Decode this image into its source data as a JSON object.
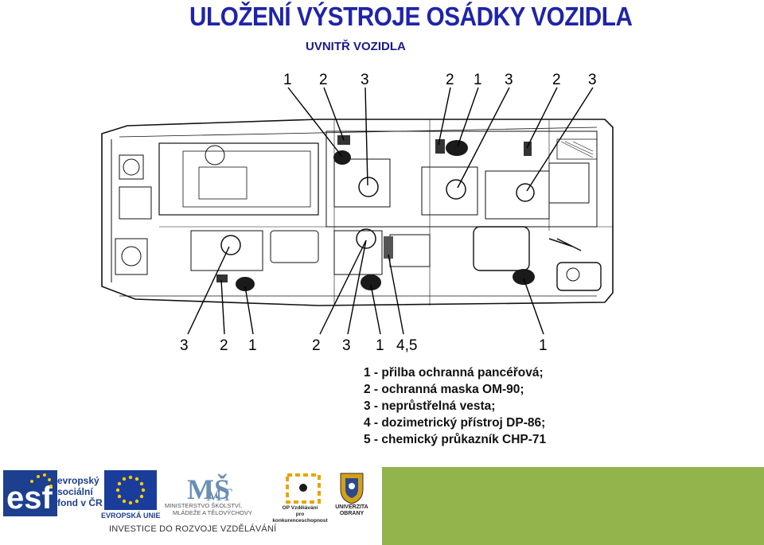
{
  "header": {
    "title": "ULOŽENÍ VÝSTROJE OSÁDKY VOZIDLA",
    "subtitle": "UVNITŘ VOZIDLA"
  },
  "diagram": {
    "top_labels": [
      "1",
      "2",
      "3",
      "2",
      "1",
      "3",
      "2",
      "3"
    ],
    "bottom_labels": [
      "3",
      "2",
      "1",
      "2",
      "3",
      "1",
      "4,5",
      "1"
    ]
  },
  "legend": {
    "items": [
      "1 - přilba ochranná pancéřová;",
      "2 - ochranná maska OM-90;",
      "3 - neprůstřelná vesta;",
      "4 - dozimetrický přístroj DP-86;",
      "5 - chemický průkazník CHP-71"
    ]
  },
  "footer": {
    "esf": {
      "line1": "evropský",
      "line2": "sociální",
      "line3": "fond v ČR"
    },
    "eu_label": "EVROPSKÁ UNIE",
    "msmt": {
      "line1": "MINISTERSTVO ŠKOLSTVÍ,",
      "line2": "MLÁDEŽE A TĚLOVÝCHOVY"
    },
    "op": {
      "line1": "OP Vzdělávání",
      "line2": "pro konkurenceschopnost"
    },
    "univ": {
      "line1": "UNIVERZITA",
      "line2": "OBRANY"
    },
    "investice": "INVESTICE DO ROZVOJE VZDĚLÁVÁNÍ",
    "colors": {
      "green_band": "#93b34c",
      "esf_blue": "#1d3f8f",
      "eu_blue": "#1a3d9c",
      "eu_stars": "#ffcc00"
    }
  }
}
